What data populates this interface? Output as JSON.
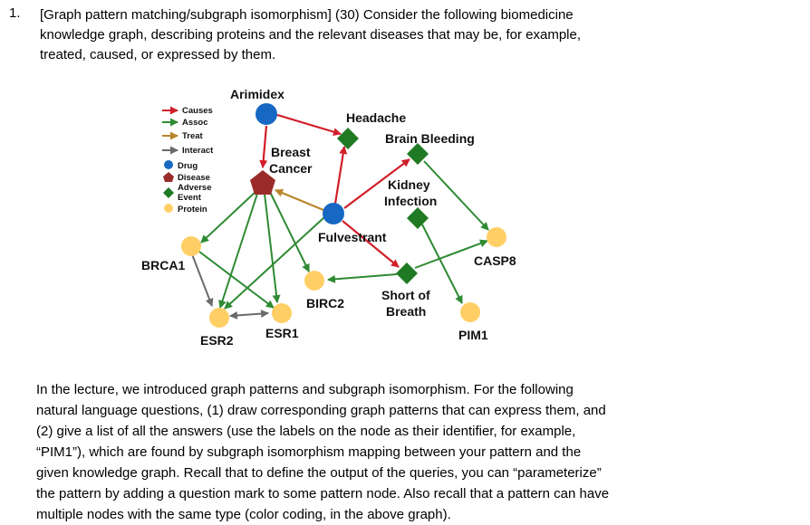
{
  "question": {
    "number": "1.",
    "lines": [
      "[Graph pattern matching/subgraph isomorphism] (30) Consider the following biomedicine",
      "knowledge graph, describing proteins and the relevant diseases that may be, for example,",
      "treated, caused, or expressed by them."
    ]
  },
  "legend": {
    "edges": [
      {
        "label": "Causes",
        "color": "#d11f2a"
      },
      {
        "label": "Assoc",
        "color": "#2e8a33"
      },
      {
        "label": "Treat",
        "color": "#b8862a"
      },
      {
        "label": "Interact",
        "color": "#6b6b6b"
      }
    ],
    "nodes": [
      {
        "label": "Drug",
        "color": "#1768c2",
        "shape": "circle"
      },
      {
        "label": "Disease",
        "color": "#9b2b2b",
        "shape": "pentagon"
      },
      {
        "label": "Adverse",
        "color": "#1f7a23",
        "shape": "diamond"
      },
      {
        "label": "Event",
        "color": "#1f7a23",
        "shape": "diamond"
      },
      {
        "label": "Protein",
        "color": "#ffcf66",
        "shape": "circle"
      }
    ]
  },
  "nodes": {
    "arimidex": "Arimidex",
    "headache": "Headache",
    "brain_bleeding": "Brain Bleeding",
    "breast_cancer_1": "Breast",
    "breast_cancer_2": "Cancer",
    "kidney_infection_1": "Kidney",
    "kidney_infection_2": "Infection",
    "fulvestrant": "Fulvestrant",
    "brca1": "BRCA1",
    "casp8": "CASP8",
    "short_of_breath_1": "Short of",
    "short_of_breath_2": "Breath",
    "birc2": "BIRC2",
    "esr2": "ESR2",
    "esr1": "ESR1",
    "pim1": "PIM1"
  },
  "body": {
    "lines": [
      "In the lecture, we introduced graph patterns and subgraph isomorphism. For the following",
      "natural language questions, (1) draw corresponding graph patterns that can express them, and",
      "(2) give a list of all the answers (use the labels on the node as their identifier, for example,",
      "“PIM1”), which are found by subgraph isomorphism mapping between your pattern and the",
      "given knowledge graph. Recall that to define the output of the queries, you can “parameterize”",
      "the pattern by adding a question mark to some pattern node. Also recall that a pattern can have",
      "multiple nodes with the same type (color coding, in the above graph)."
    ]
  }
}
